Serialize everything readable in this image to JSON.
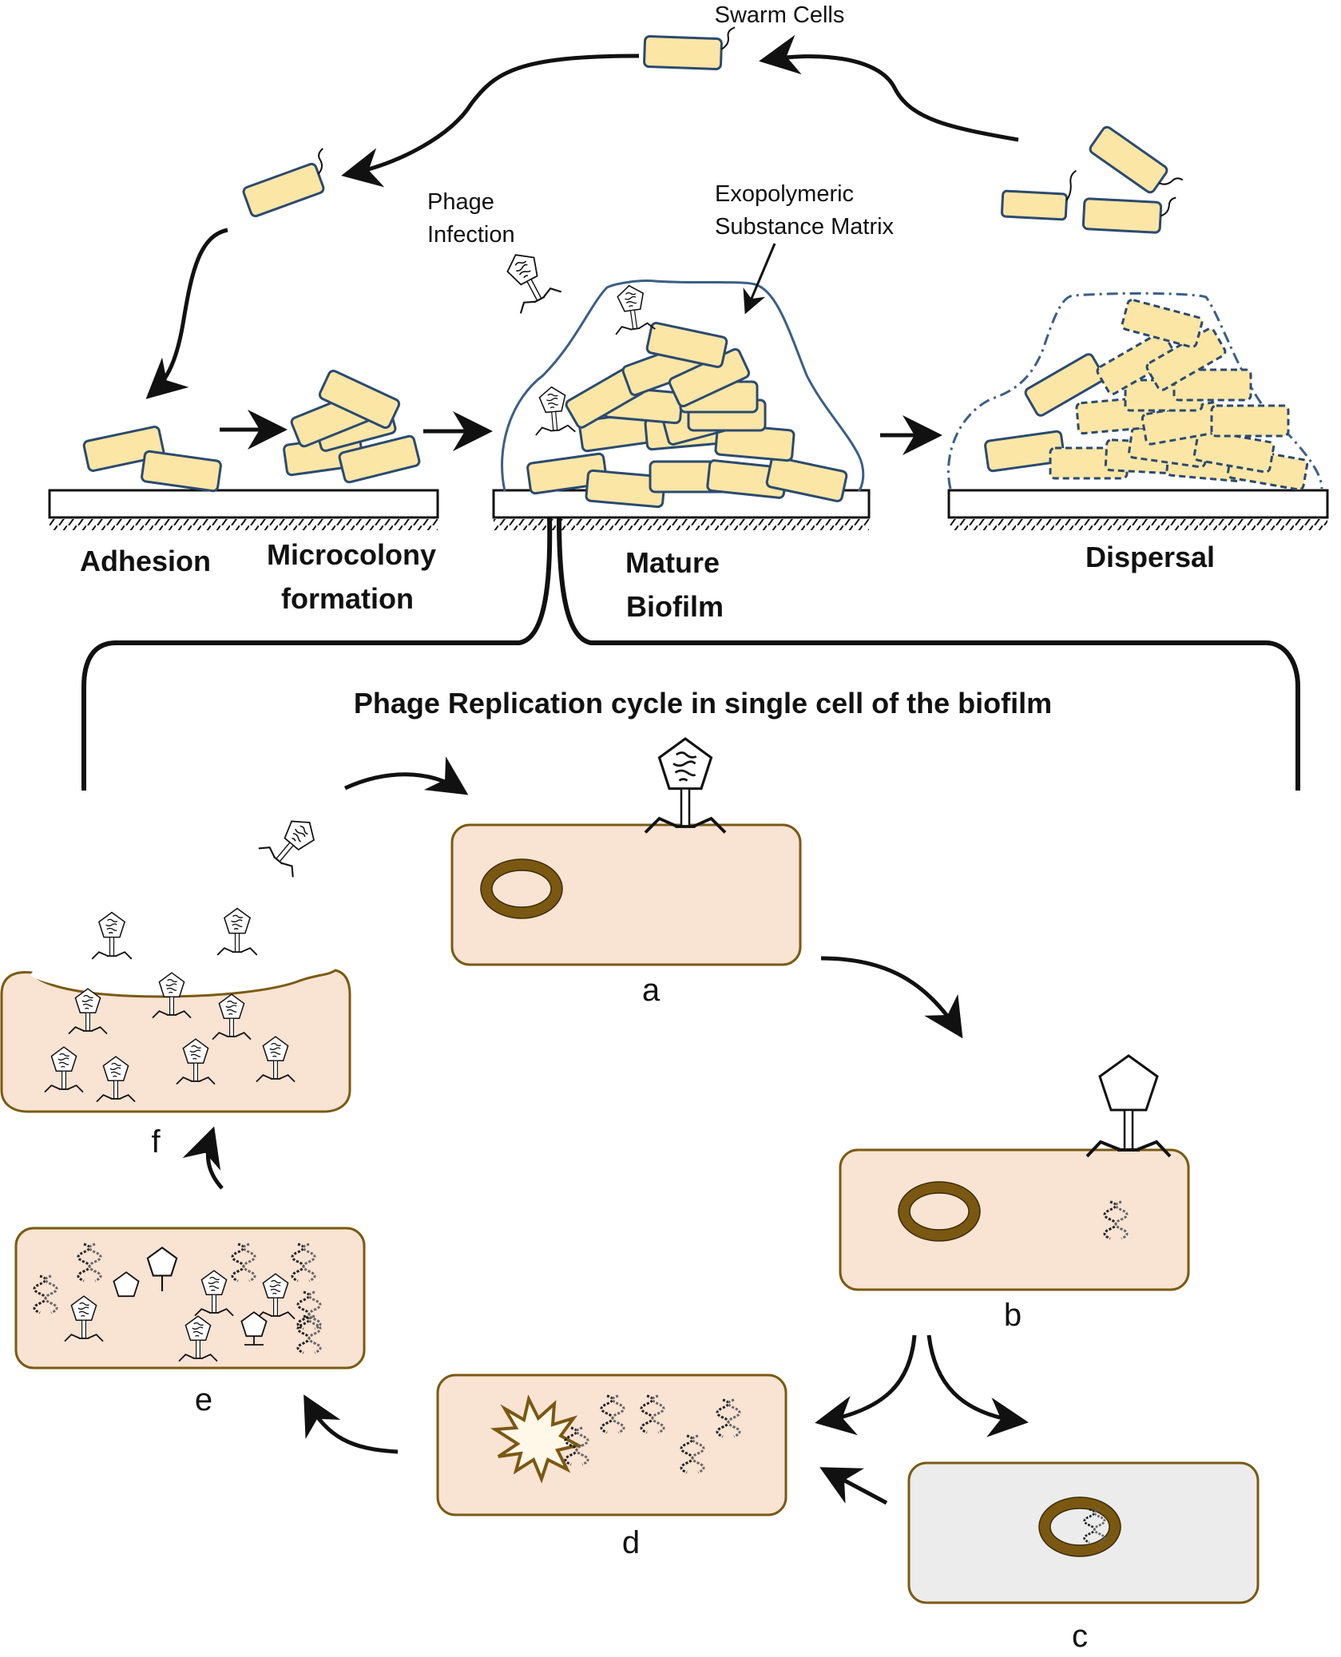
{
  "labels": {
    "swarm_cells": "Swarm Cells",
    "phage_infection_1": "Phage",
    "phage_infection_2": "Infection",
    "matrix_1": "Exopolymeric",
    "matrix_2": "Substance Matrix",
    "adhesion": "Adhesion",
    "microcolony_1": "Microcolony",
    "microcolony_2": "formation",
    "mature_1": "Mature",
    "mature_2": "Biofilm",
    "dispersal": "Dispersal",
    "cycle_title": "Phage Replication cycle in single cell of the biofilm"
  },
  "stages": [
    {
      "id": "a",
      "label": "a"
    },
    {
      "id": "b",
      "label": "b"
    },
    {
      "id": "c",
      "label": "c"
    },
    {
      "id": "d",
      "label": "d"
    },
    {
      "id": "e",
      "label": "e"
    },
    {
      "id": "f",
      "label": "f"
    }
  ],
  "colors": {
    "bacterium_fill": "#fbe6a6",
    "bacterium_stroke": "#2b4a6f",
    "cell_fill": "#f9e3d3",
    "cell_c_fill": "#ececec",
    "cell_stroke": "#7a5a12",
    "plasmid": "#7a5812",
    "matrix_stroke": "#3b5f86",
    "ink": "#111111"
  }
}
